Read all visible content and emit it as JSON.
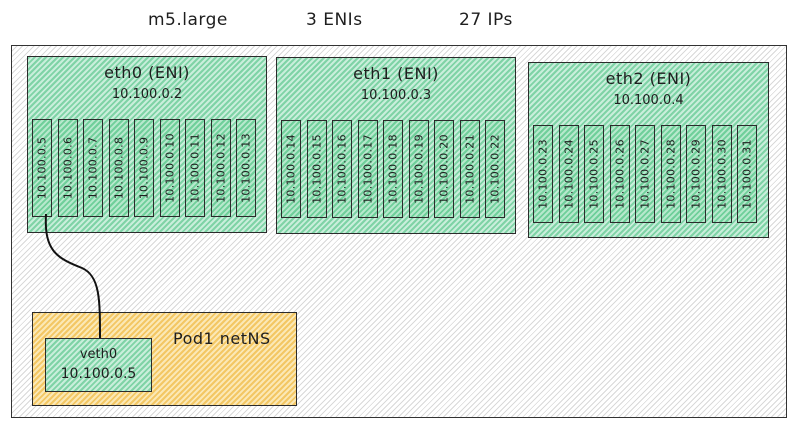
{
  "header": {
    "instance": "m5.large",
    "enis": "3 ENIs",
    "ips": "27 IPs"
  },
  "enis": [
    {
      "name": "eth0 (ENI)",
      "ip": "10.100.0.2",
      "secondary_ips": [
        "10.100.0.5",
        "10.100.0.6",
        "10.100.0.7",
        "10.100.0.8",
        "10.100.0.9",
        "10.100.0.10",
        "10.100.0.11",
        "10.100.0.12",
        "10.100.0.13"
      ]
    },
    {
      "name": "eth1 (ENI)",
      "ip": "10.100.0.3",
      "secondary_ips": [
        "10.100.0.14",
        "10.100.0.15",
        "10.100.0.16",
        "10.100.0.17",
        "10.100.0.18",
        "10.100.0.19",
        "10.100.0.20",
        "10.100.0.21",
        "10.100.0.22"
      ]
    },
    {
      "name": "eth2 (ENI)",
      "ip": "10.100.0.4",
      "secondary_ips": [
        "10.100.0.23",
        "10.100.0.24",
        "10.100.0.25",
        "10.100.0.26",
        "10.100.0.27",
        "10.100.0.28",
        "10.100.0.29",
        "10.100.0.30",
        "10.100.0.31"
      ]
    }
  ],
  "pod": {
    "name": "Pod1 netNS",
    "veth_name": "veth0",
    "veth_ip": "10.100.0.5"
  },
  "colors": {
    "eni_fill": "#7fd3a6",
    "pod_fill": "#f3c764",
    "node_hatch": "#d9d9d9"
  }
}
